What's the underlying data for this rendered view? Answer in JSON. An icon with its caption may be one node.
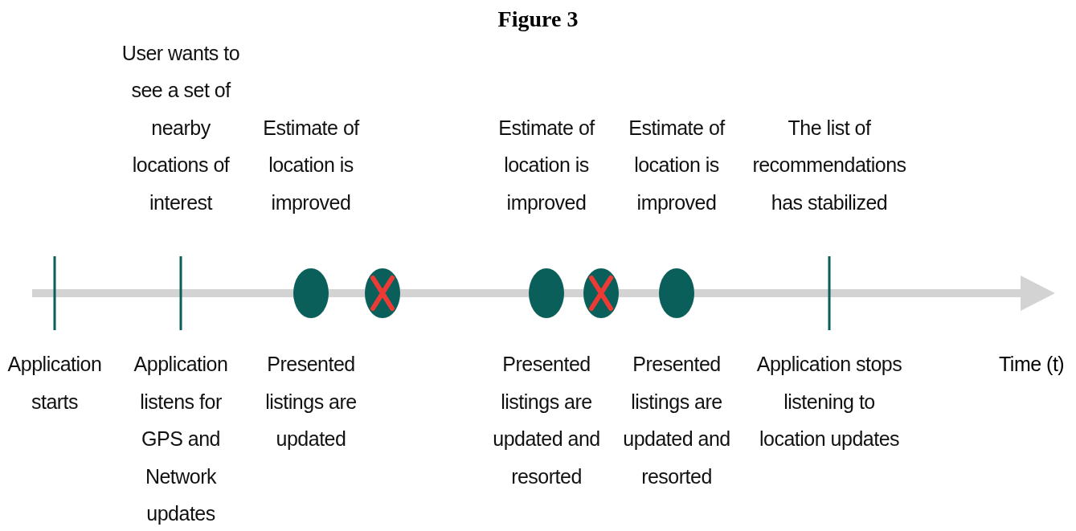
{
  "diagram": {
    "title": "Figure 3",
    "nodes": [
      {
        "text": [],
        "shape": "bar",
        "beside": [
          "Application starts"
        ]
      },
      {
        "text": [],
        "shape": "bar",
        "beside": [
          "User wants to see a set of nearby locations of interest",
          "Application listens for GPS and Network updates"
        ]
      },
      {
        "text": [],
        "shape": "circle",
        "beside": [
          "Estimate of location is improved",
          "Presented listings are updated"
        ]
      },
      {
        "text": [],
        "shape": "crossed-circle"
      },
      {
        "text": [],
        "shape": "circle",
        "beside": [
          "Estimate of location is improved",
          "Presented listings are updated and resorted"
        ]
      },
      {
        "text": [],
        "shape": "crossed-circle"
      },
      {
        "text": [],
        "shape": "circle",
        "beside": [
          "Estimate of location is improved",
          "Presented listings are updated and resorted"
        ]
      },
      {
        "text": [],
        "shape": "bar",
        "beside": [
          "The list of recommendations has stabilized",
          "Application stops listening to location updates"
        ]
      }
    ],
    "edges": [],
    "labels": [
      "Time (t)"
    ]
  }
}
